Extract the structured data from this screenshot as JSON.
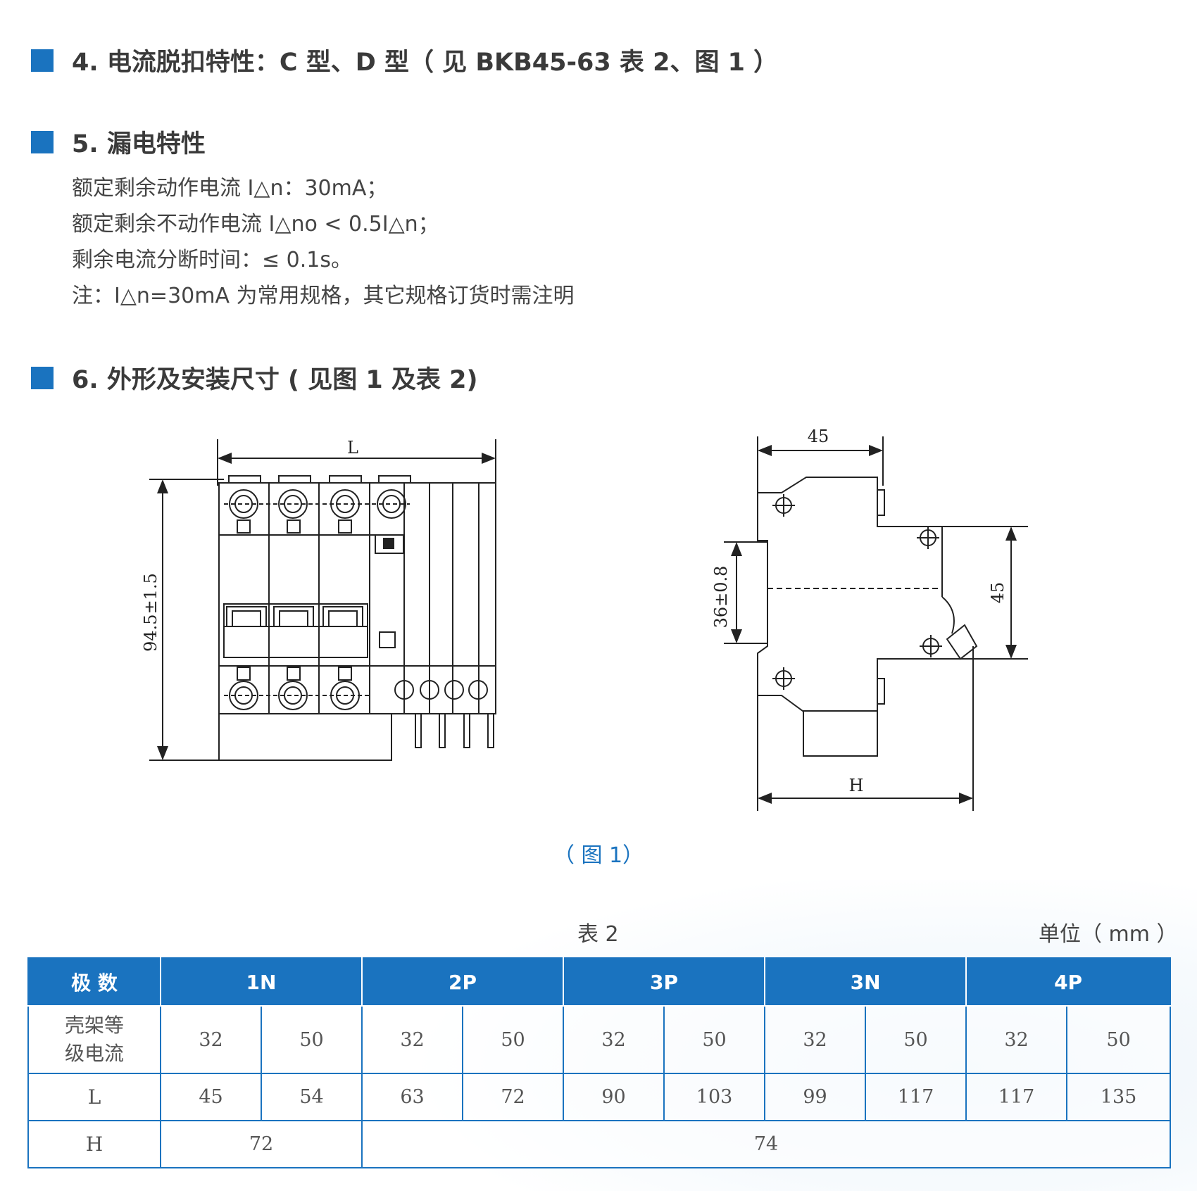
{
  "sections": {
    "s4": {
      "title": "4. 电流脱扣特性：C 型、D 型（ 见 BKB45-63 表 2、图 1 ）"
    },
    "s5": {
      "title": "5. 漏电特性"
    },
    "s6": {
      "title": "6. 外形及安装尺寸 ( 见图 1 及表 2)"
    }
  },
  "leakage": {
    "lines": [
      "额定剩余动作电流 I△n：30mA；",
      "额定剩余不动作电流 I△no < 0.5I△n；",
      "剩余电流分断时间：≤ 0.1s。",
      "注：I△n=30mA 为常用规格，其它规格订货时需注明"
    ]
  },
  "figure": {
    "caption": "（ 图 1）",
    "front": {
      "width_label": "L",
      "height_label": "94.5±1.5"
    },
    "side": {
      "top_label": "45",
      "rail_label": "36±0.8",
      "right_label": "45",
      "bottom_label": "H"
    }
  },
  "table": {
    "title": "表 2",
    "unit": "单位（ mm ）",
    "corner": "极 数",
    "poles": [
      "1N",
      "2P",
      "3P",
      "3N",
      "4P"
    ],
    "frame_label": "壳架等级电流",
    "frame_label_l1": "壳架等",
    "frame_label_l2": "级电流",
    "frame_values": [
      "32",
      "50",
      "32",
      "50",
      "32",
      "50",
      "32",
      "50",
      "32",
      "50"
    ],
    "l_label": "L",
    "l_values": [
      "45",
      "54",
      "63",
      "72",
      "90",
      "103",
      "99",
      "117",
      "117",
      "135"
    ],
    "h_label": "H",
    "h_values": [
      "72",
      "74"
    ]
  },
  "colors": {
    "accent": "#1a73bf",
    "text": "#333333"
  }
}
